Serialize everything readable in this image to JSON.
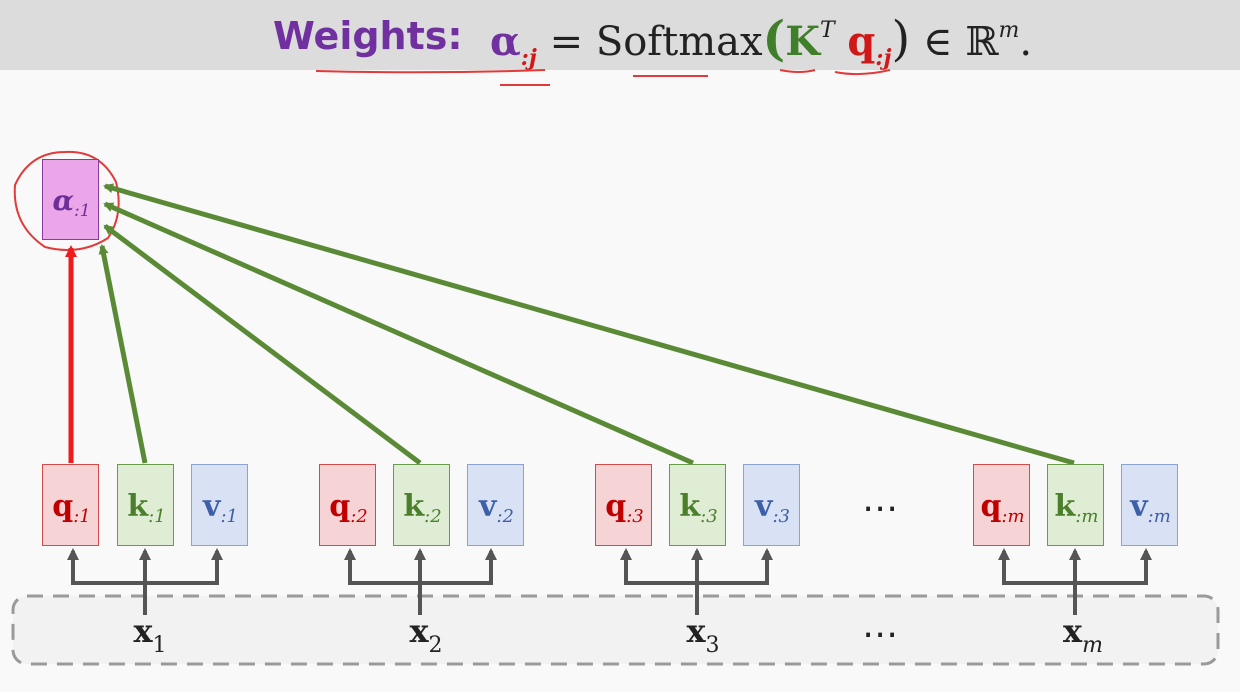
{
  "header": {
    "label": "Weights:",
    "alpha": "α",
    "alpha_sub": ":j",
    "equals": "= Softmax",
    "paren_open": "(",
    "K": "K",
    "K_sup": "T",
    "q": "q",
    "q_sub": ":j",
    "paren_close": ")",
    "tail": " ∈ ℝ",
    "tail_sup": "m",
    "period": "."
  },
  "alpha_box": {
    "symbol": "α",
    "sub": ":1"
  },
  "groups": [
    {
      "q": "q",
      "q_sub": ":1",
      "k": "k",
      "k_sub": ":1",
      "v": "v",
      "v_sub": ":1",
      "x": "x",
      "x_sub": "1"
    },
    {
      "q": "q",
      "q_sub": ":2",
      "k": "k",
      "k_sub": ":2",
      "v": "v",
      "v_sub": ":2",
      "x": "x",
      "x_sub": "2"
    },
    {
      "q": "q",
      "q_sub": ":3",
      "k": "k",
      "k_sub": ":3",
      "v": "v",
      "v_sub": ":3",
      "x": "x",
      "x_sub": "3"
    },
    {
      "q": "q",
      "q_sub": ":m",
      "k": "k",
      "k_sub": ":m",
      "v": "v",
      "v_sub": ":m",
      "x": "x",
      "x_sub": "m"
    }
  ],
  "ellipsis": "⋯",
  "colors": {
    "query": "#d01818",
    "key": "#4b7f2c",
    "value": "#3d5fa8",
    "weight": "#7030a0",
    "arrow_green": "#5a8a36",
    "arrow_red": "#ee1c1c",
    "annotation_red": "#e03a3a"
  }
}
